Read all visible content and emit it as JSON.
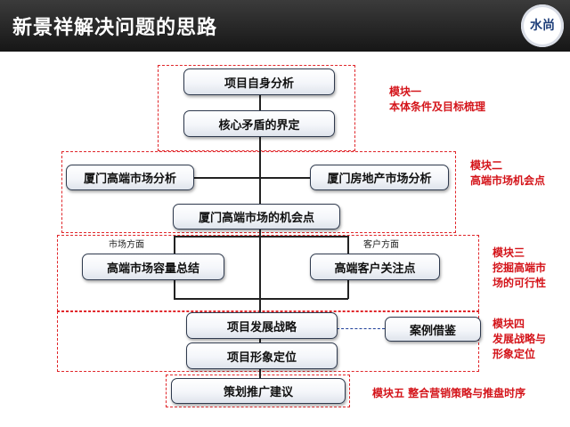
{
  "header": {
    "title": "新景祥解决问题的思路",
    "logo_text": "水尚"
  },
  "nodes": {
    "project_self_analysis": "项目自身分析",
    "core_contradiction": "核心矛盾的界定",
    "xiamen_highend_market": "厦门高端市场分析",
    "xiamen_realestate_market": "厦门房地产市场分析",
    "xiamen_highend_opportunity": "厦门高端市场的机会点",
    "highend_capacity_summary": "高端市场容量总结",
    "highend_customer_focus": "高端客户关注点",
    "development_strategy": "项目发展战略",
    "case_reference": "案例借鉴",
    "image_positioning": "项目形象定位",
    "planning_promotion": "策划推广建议"
  },
  "side_labels": {
    "market_side": "市场方面",
    "customer_side": "客户方面"
  },
  "modules": {
    "m1": [
      "模块一",
      "本体条件及目标梳理"
    ],
    "m2": [
      "模块二",
      "高端市场机会点"
    ],
    "m3": [
      "模块三",
      "挖掘高端市",
      "场的可行性"
    ],
    "m4": [
      "模块四",
      "发展战略与",
      "形象定位"
    ],
    "m5": "模块五 整合营销策略与推盘时序"
  },
  "colors": {
    "header_bg": "#222222",
    "accent_red": "#e0262a",
    "box_border": "#2f3a4e"
  }
}
